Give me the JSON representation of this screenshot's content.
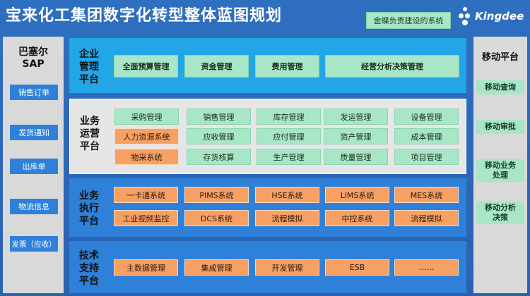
{
  "header": {
    "title": "宝来化工集团数字化转型整体蓝图规划",
    "legend": "金蝶负责建设的系统",
    "logo_text": "Kingdee"
  },
  "left_panel": {
    "title_line1": "巴塞尔",
    "title_line2": "SAP",
    "items": [
      "销售订单",
      "发货通知",
      "出库单",
      "物流信息",
      "发票（应收）"
    ]
  },
  "right_panel": {
    "title": "移动平台",
    "items": [
      "移动查询",
      "移动审批",
      "移动业务\n处理",
      "移动分析\n决策"
    ]
  },
  "rows": {
    "management": {
      "label": "企业\n管理\n平台",
      "boxes": [
        "全面预算管理",
        "资金管理",
        "费用管理",
        "经营分析决策管理"
      ]
    },
    "operations": {
      "label": "业务\n运营\n平台",
      "boxes": [
        [
          "采购管理",
          "销售管理",
          "库存管理",
          "发运管理",
          "设备管理"
        ],
        [
          "人力资源系统",
          "应收管理",
          "应付管理",
          "资产管理",
          "成本管理"
        ],
        [
          "物采系统",
          "存货核算",
          "生产管理",
          "质量管理",
          "项目管理"
        ]
      ]
    },
    "execution": {
      "label": "业务\n执行\n平台",
      "boxes": [
        [
          "一卡通系统",
          "PIMS系统",
          "HSE系统",
          "LIMS系统",
          "MES系统"
        ],
        [
          "工业视频监控",
          "DCS系统",
          "流程模拟",
          "中控系统",
          "流程模拟"
        ]
      ]
    },
    "support": {
      "label": "技术\n支持\n平台",
      "boxes": [
        "主数据管理",
        "集成管理",
        "开发管理",
        "ESB",
        "……"
      ]
    }
  },
  "colors": {
    "green": "#a8e6c8",
    "orange": "#f6a064",
    "blue": "#2f80d8",
    "cyan": "#22a6e6",
    "grey": "#d9d9d9"
  }
}
